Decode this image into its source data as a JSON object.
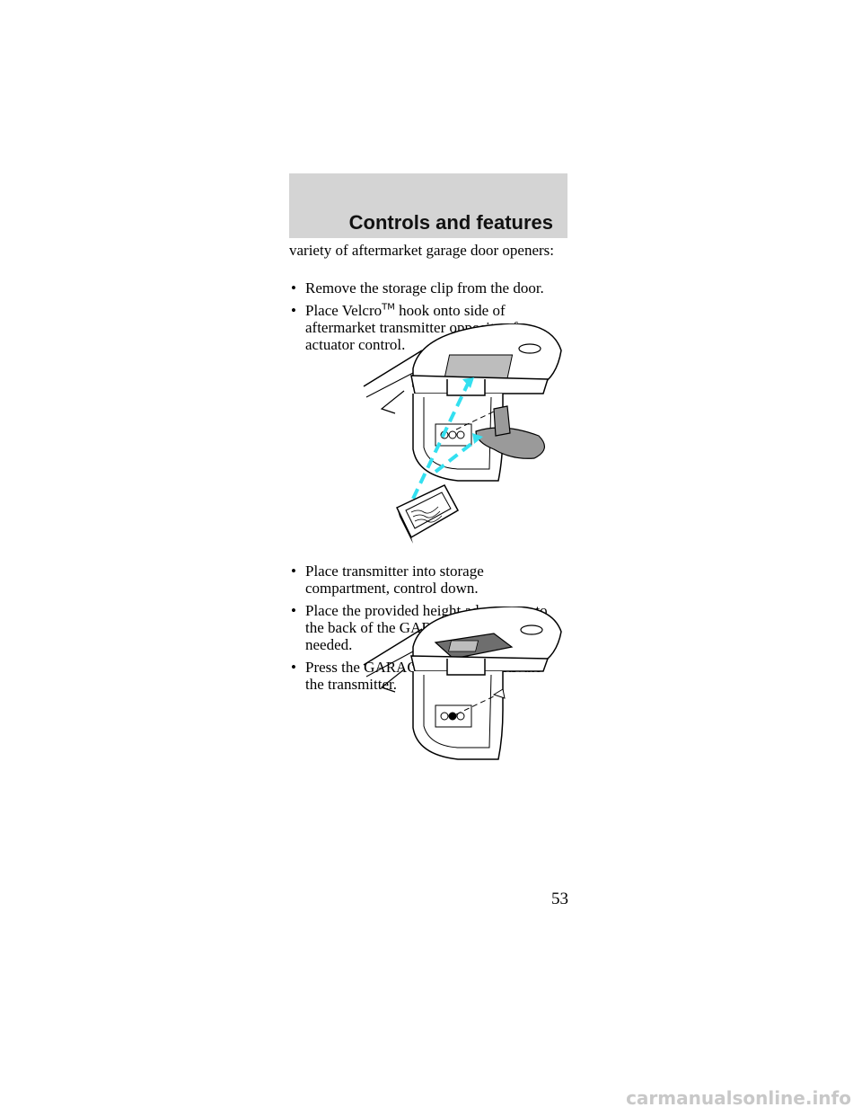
{
  "header": {
    "title": "Controls and features"
  },
  "intro_text": "variety of aftermarket garage door openers:",
  "list_1": [
    {
      "text": "Remove the storage clip from the door."
    },
    {
      "text_before": "Place Velcro",
      "tm": "TM",
      "text_after": " hook onto side of aftermarket transmitter opposite of actuator control."
    }
  ],
  "list_2": [
    {
      "text": "Place transmitter into storage compartment, control down."
    },
    {
      "text": "Place the provided height adaptors onto the back of the GARAGE control as needed."
    },
    {
      "text": "Press the GARAGE control to activate the transmitter."
    }
  ],
  "bullet_char": "•",
  "figures": [
    {
      "icon": "overhead-console-transmitter-mounting-illustration",
      "accent": "#33e0f0"
    },
    {
      "icon": "overhead-console-transmitter-installed-illustration"
    }
  ],
  "page_number": "53",
  "watermark": "carmanualsonline.info"
}
